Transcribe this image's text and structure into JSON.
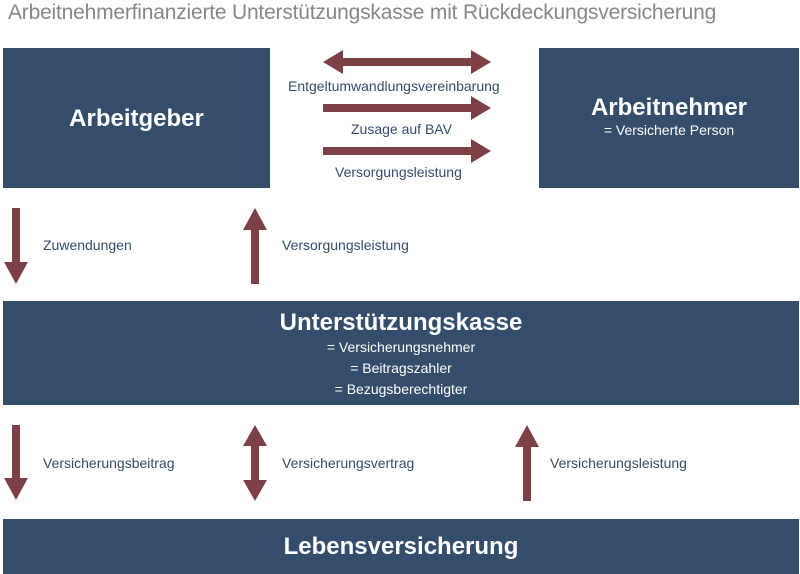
{
  "title": "Arbeitnehmerfinanzierte Unterstützungskasse mit Rückdeckungsversicherung",
  "arbeitgeber": {
    "label": "Arbeitgeber"
  },
  "arbeitnehmer": {
    "label": "Arbeitnehmer",
    "sub": "= Versicherte Person"
  },
  "top_relations": {
    "entgeltumwandlung": "Entgeltumwandlungsvereinbarung",
    "zusage": "Zusage auf BAV",
    "versorgungsleistung": "Versorgungsleistung"
  },
  "middle_relations": {
    "zuwendungen": "Zuwendungen",
    "versorgungsleistung": "Versorgungsleistung"
  },
  "unterstuetzungskasse": {
    "label": "Unterstützungskasse",
    "roles": [
      "= Versicherungsnehmer",
      "= Beitragszahler",
      "= Bezugsberechtigter"
    ]
  },
  "bottom_relations": {
    "versicherungsbeitrag": "Versicherungsbeitrag",
    "versicherungsvertrag": "Versicherungsvertrag",
    "versicherungsleistung": "Versicherungsleistung"
  },
  "lebensversicherung": {
    "label": "Lebensversicherung"
  },
  "colors": {
    "box": "#344d6a",
    "arrow": "#7d4145",
    "title": "#878787"
  }
}
